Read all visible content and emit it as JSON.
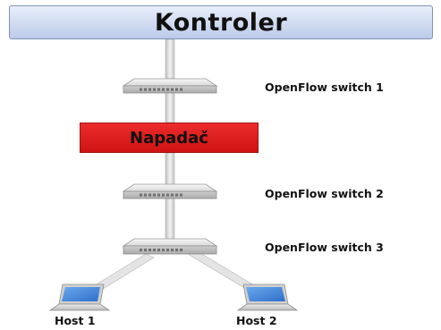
{
  "controller": {
    "label": "Kontroler"
  },
  "attacker": {
    "label": "Napadač"
  },
  "switches": [
    {
      "label": "OpenFlow switch 1"
    },
    {
      "label": "OpenFlow switch 2"
    },
    {
      "label": "OpenFlow switch 3"
    }
  ],
  "hosts": [
    {
      "label": "Host 1"
    },
    {
      "label": "Host 2"
    }
  ],
  "colors": {
    "controller_fill": "#c9d6f0",
    "attacker_fill": "#e01f1f",
    "cable": "#dcdcdc",
    "laptop_screen": "#3f86e0"
  }
}
